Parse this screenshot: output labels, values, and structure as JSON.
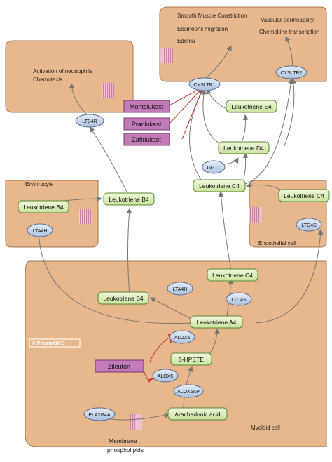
{
  "cells": {
    "neutrophil": {
      "lines": [
        "Activation of neutrophils",
        "Chemotaxis"
      ]
    },
    "smooth_muscle": {
      "lines": [
        "Smooth Muscle Constriction",
        "Eosinophil migration",
        "Edema"
      ]
    },
    "vascular": {
      "lines": [
        "Vascular permeability",
        "Chemokine transcription"
      ]
    },
    "erythrocyte": {
      "label": "Erythrocyte"
    },
    "endothelial": {
      "label": "Endothelial cell"
    },
    "myeloid": {
      "label": "Myeloid cell"
    }
  },
  "receptors": {
    "ltb4r": "LTB4R",
    "cysltr1": "CYSLTR1",
    "cysltr2": "CYSLTR2"
  },
  "drugs": {
    "montelukast": "Montelukast",
    "pranlukast": "Pranlukast",
    "zafirlukast": "Zafirlukast",
    "zileuton": "Zileuton"
  },
  "metabolites": {
    "lte4": "Leukotriene E4",
    "ltd4": "Leukotriene D4",
    "ltc4_mid": "Leukotriene C4",
    "ltb4_ery": "Leukotriene B4",
    "ltb4_mid": "Leukotriene B4",
    "ltc4_endo": "Leukotriene C4",
    "ltc4_mye": "Leukotriene C4",
    "ltb4_mye": "Leukotriene B4",
    "lta4": "Leukotriene A4",
    "hpete": "5-HPETE",
    "aa": "Arachadonic acid"
  },
  "enzymes": {
    "ggt1": "GGT1",
    "lta4h_ery": "LTA4H",
    "ltc4s_endo": "LTC4S",
    "lta4h_mye": "LTA4H",
    "ltc4s_mye": "LTC4S",
    "alox5_a": "ALOX5",
    "alox5_b": "ALOX5",
    "alox5ap": "ALOX5AP",
    "pla2g4a": "PLA2G4A"
  },
  "membrane": {
    "lines": [
      "Membrane",
      "phospholipids"
    ]
  },
  "watermark": "© PharmGKB",
  "colors": {
    "cell_fill": "#e8b88c",
    "cell_stroke": "#a07a55",
    "metabolite_fill": "#dff0c0",
    "metabolite_stroke": "#5a8a30",
    "enzyme_fill": "#c9d9ee",
    "enzyme_stroke": "#5a6f95",
    "drug_fill": "#c37bb7",
    "drug_stroke": "#7a3a70",
    "arrow": "#777777",
    "inhibit": "#c0392b",
    "membrane_pink": "#cf7fa3"
  }
}
